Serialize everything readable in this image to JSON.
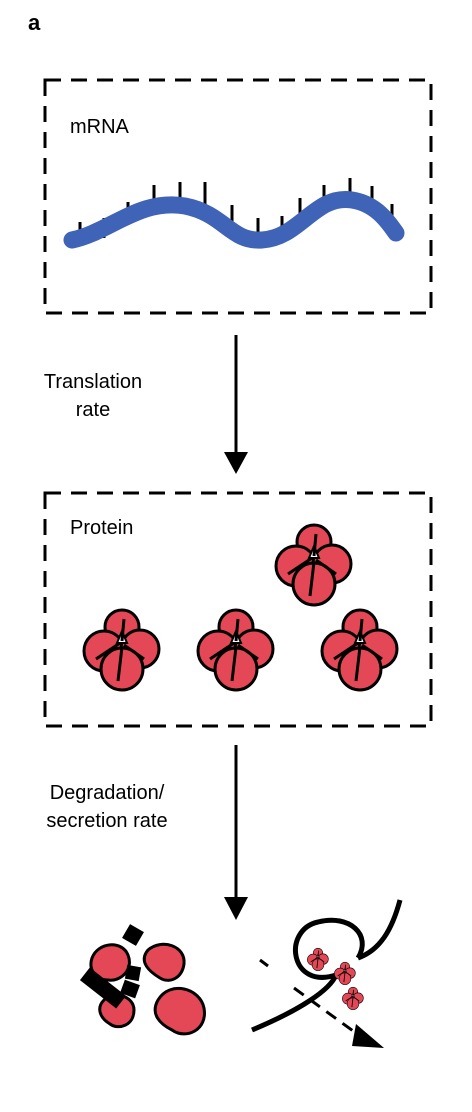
{
  "panel": {
    "letter": "a"
  },
  "boxes": {
    "mrna_label": "mRNA",
    "protein_label": "Protein"
  },
  "arrows": {
    "translation_line1": "Translation",
    "translation_line2": "rate",
    "degradation_line1": "Degradation/",
    "degradation_line2": "secretion rate"
  },
  "colors": {
    "mrna_strand": "#3f63b6",
    "protein_fill": "#e44755",
    "outline": "#000000"
  },
  "icons": {
    "mrna": "wavy-strand-with-ticks",
    "protein": "four-lobed-clover",
    "degraded": "fragments",
    "secretion": "vesicle-exocytosis"
  }
}
